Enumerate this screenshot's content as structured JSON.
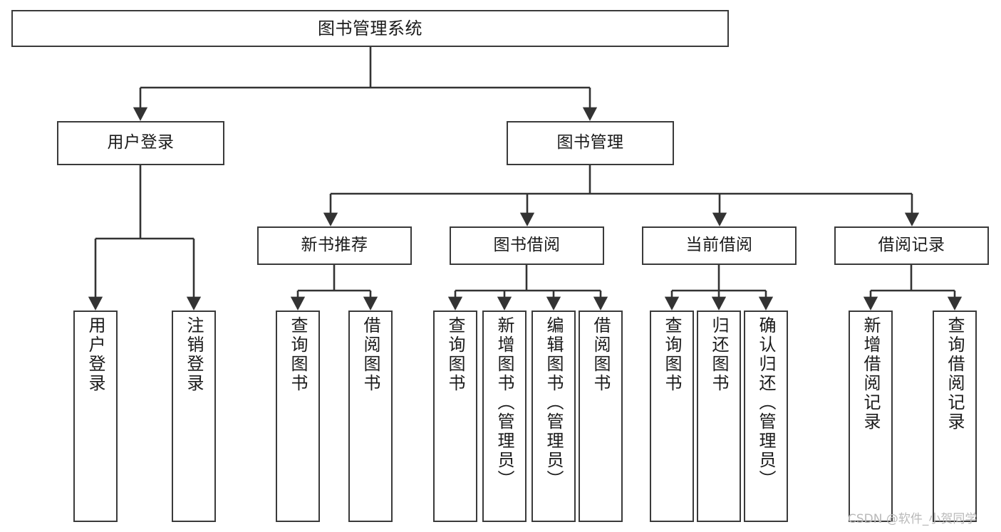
{
  "diagram": {
    "title": "图书管理系统",
    "type": "tree",
    "orientation": "top-down",
    "colors": {
      "border": "#3a3a3a",
      "node_fill": "#ffffff",
      "edge": "#333333",
      "text": "#1a1a1a",
      "watermark": "#b9b9b9",
      "background": "#ffffff"
    },
    "nodes": {
      "root": {
        "label": "图书管理系统"
      },
      "level2": [
        {
          "label": "用户登录"
        },
        {
          "label": "图书管理"
        }
      ],
      "level3": [
        {
          "label": "新书推荐"
        },
        {
          "label": "图书借阅"
        },
        {
          "label": "当前借阅"
        },
        {
          "label": "借阅记录"
        }
      ],
      "leaves": {
        "user_login": [
          {
            "label": "用户登录"
          },
          {
            "label": "注销登录"
          }
        ],
        "new_book": [
          {
            "label": "查询图书"
          },
          {
            "label": "借阅图书"
          }
        ],
        "book_borrow": [
          {
            "label": "查询图书"
          },
          {
            "label": "新增图书（管理员）"
          },
          {
            "label": "编辑图书（管理员）"
          },
          {
            "label": "借阅图书"
          }
        ],
        "current_borrow": [
          {
            "label": "查询图书"
          },
          {
            "label": "归还图书"
          },
          {
            "label": "确认归还（管理员）"
          }
        ],
        "borrow_record": [
          {
            "label": "新增借阅记录"
          },
          {
            "label": "查询借阅记录"
          }
        ]
      }
    },
    "watermark": "CSDN @软件_小贺同学"
  }
}
